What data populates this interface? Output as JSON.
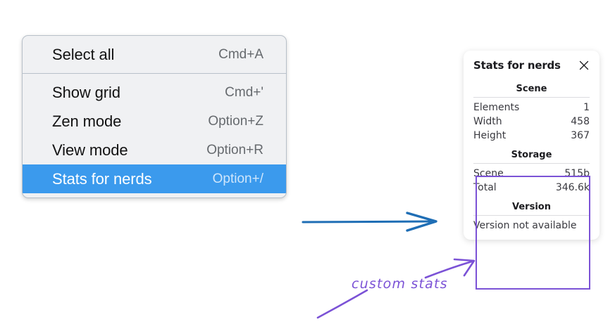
{
  "context_menu": {
    "groups": [
      {
        "items": [
          {
            "label": "Select all",
            "shortcut": "Cmd+A",
            "selected": false
          }
        ]
      },
      {
        "items": [
          {
            "label": "Show grid",
            "shortcut": "Cmd+'",
            "selected": false
          },
          {
            "label": "Zen mode",
            "shortcut": "Option+Z",
            "selected": false
          },
          {
            "label": "View mode",
            "shortcut": "Option+R",
            "selected": false
          },
          {
            "label": "Stats for nerds",
            "shortcut": "Option+/",
            "selected": true
          }
        ]
      }
    ]
  },
  "stats_panel": {
    "title": "Stats for nerds",
    "close_icon": "close-icon",
    "sections": [
      {
        "heading": "Scene",
        "rows": [
          {
            "label": "Elements",
            "value": "1"
          },
          {
            "label": "Width",
            "value": "458"
          },
          {
            "label": "Height",
            "value": "367"
          }
        ]
      },
      {
        "heading": "Storage",
        "rows": [
          {
            "label": "Scene",
            "value": "515b"
          },
          {
            "label": "Total",
            "value": "346.6k"
          }
        ]
      },
      {
        "heading": "Version",
        "single_value": "Version not available"
      }
    ]
  },
  "annotations": {
    "label": "custom stats",
    "highlight_color": "#7b52d6",
    "arrow_color": "#1f6eb5"
  },
  "colors": {
    "menu_background": "#f0f1f3",
    "menu_selected": "#3b9aed",
    "panel_background": "#ffffff",
    "page_background": "#ffffff"
  }
}
